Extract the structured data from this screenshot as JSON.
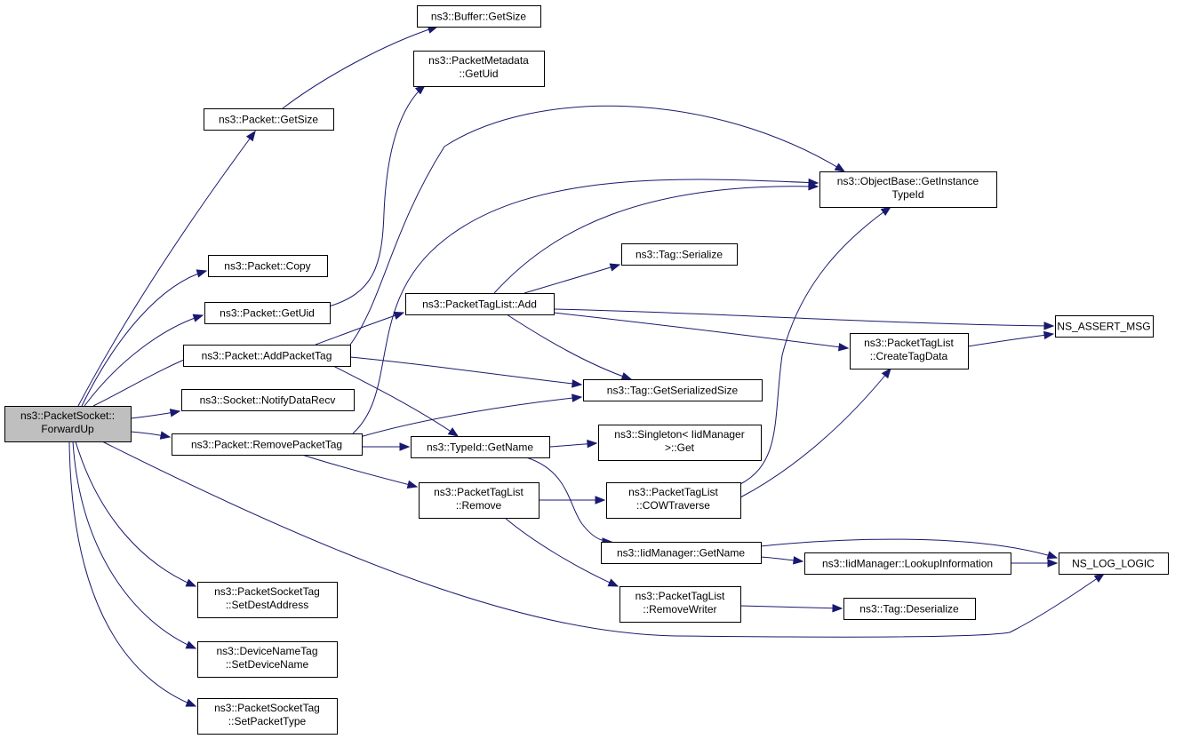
{
  "nodes": [
    {
      "id": "forwardup",
      "lines": [
        "ns3::PacketSocket::",
        "ForwardUp"
      ],
      "root": true
    },
    {
      "id": "buffer_getsize",
      "lines": [
        "ns3::Buffer::GetSize"
      ]
    },
    {
      "id": "metadata_getuid",
      "lines": [
        "ns3::PacketMetadata",
        "::GetUid"
      ]
    },
    {
      "id": "packet_getsize",
      "lines": [
        "ns3::Packet::GetSize"
      ]
    },
    {
      "id": "packet_copy",
      "lines": [
        "ns3::Packet::Copy"
      ]
    },
    {
      "id": "packet_getuid",
      "lines": [
        "ns3::Packet::GetUid"
      ]
    },
    {
      "id": "packet_addpackettag",
      "lines": [
        "ns3::Packet::AddPacketTag"
      ]
    },
    {
      "id": "socket_notifydatarecv",
      "lines": [
        "ns3::Socket::NotifyDataRecv"
      ]
    },
    {
      "id": "packet_removepackettag",
      "lines": [
        "ns3::Packet::RemovePacketTag"
      ]
    },
    {
      "id": "packetsockettag_setdestaddress",
      "lines": [
        "ns3::PacketSocketTag",
        "::SetDestAddress"
      ]
    },
    {
      "id": "devicenametag_setdevicename",
      "lines": [
        "ns3::DeviceNameTag",
        "::SetDeviceName"
      ]
    },
    {
      "id": "packetsockettag_setpackettype",
      "lines": [
        "ns3::PacketSocketTag",
        "::SetPacketType"
      ]
    },
    {
      "id": "objectbase_getinstancetypeid",
      "lines": [
        "ns3::ObjectBase::GetInstance",
        "TypeId"
      ]
    },
    {
      "id": "tag_serialize",
      "lines": [
        "ns3::Tag::Serialize"
      ]
    },
    {
      "id": "packettaglist_add",
      "lines": [
        "ns3::PacketTagList::Add"
      ]
    },
    {
      "id": "ns_assert_msg",
      "lines": [
        "NS_ASSERT_MSG"
      ]
    },
    {
      "id": "packettaglist_createtagdata",
      "lines": [
        "ns3::PacketTagList",
        "::CreateTagData"
      ]
    },
    {
      "id": "tag_getserializedsize",
      "lines": [
        "ns3::Tag::GetSerializedSize"
      ]
    },
    {
      "id": "typeid_getname",
      "lines": [
        "ns3::TypeId::GetName"
      ]
    },
    {
      "id": "singleton_get",
      "lines": [
        "ns3::Singleton< IidManager",
        ">::Get"
      ]
    },
    {
      "id": "packettaglist_remove",
      "lines": [
        "ns3::PacketTagList",
        "::Remove"
      ]
    },
    {
      "id": "packettaglist_cowtraverse",
      "lines": [
        "ns3::PacketTagList",
        "::COWTraverse"
      ]
    },
    {
      "id": "iidmanager_getname",
      "lines": [
        "ns3::IidManager::GetName"
      ]
    },
    {
      "id": "iidmanager_lookupinformation",
      "lines": [
        "ns3::IidManager::LookupInformation"
      ]
    },
    {
      "id": "ns_log_logic",
      "lines": [
        "NS_LOG_LOGIC"
      ]
    },
    {
      "id": "packettaglist_removewriter",
      "lines": [
        "ns3::PacketTagList",
        "::RemoveWriter"
      ]
    },
    {
      "id": "tag_deserialize",
      "lines": [
        "ns3::Tag::Deserialize"
      ]
    }
  ],
  "edges": [
    {
      "from": "forwardup",
      "to": "packet_getsize"
    },
    {
      "from": "forwardup",
      "to": "packet_copy"
    },
    {
      "from": "forwardup",
      "to": "packet_getuid"
    },
    {
      "from": "forwardup",
      "to": "packet_addpackettag"
    },
    {
      "from": "forwardup",
      "to": "socket_notifydatarecv"
    },
    {
      "from": "forwardup",
      "to": "packet_removepackettag"
    },
    {
      "from": "forwardup",
      "to": "packetsockettag_setdestaddress"
    },
    {
      "from": "forwardup",
      "to": "devicenametag_setdevicename"
    },
    {
      "from": "forwardup",
      "to": "packetsockettag_setpackettype"
    },
    {
      "from": "forwardup",
      "to": "ns_log_logic"
    },
    {
      "from": "packet_getsize",
      "to": "buffer_getsize"
    },
    {
      "from": "packet_getuid",
      "to": "metadata_getuid"
    },
    {
      "from": "packet_addpackettag",
      "to": "objectbase_getinstancetypeid"
    },
    {
      "from": "packet_addpackettag",
      "to": "packettaglist_add"
    },
    {
      "from": "packet_addpackettag",
      "to": "tag_getserializedsize"
    },
    {
      "from": "packet_addpackettag",
      "to": "typeid_getname"
    },
    {
      "from": "packet_removepackettag",
      "to": "objectbase_getinstancetypeid"
    },
    {
      "from": "packet_removepackettag",
      "to": "tag_getserializedsize"
    },
    {
      "from": "packet_removepackettag",
      "to": "typeid_getname"
    },
    {
      "from": "packet_removepackettag",
      "to": "packettaglist_remove"
    },
    {
      "from": "packettaglist_add",
      "to": "objectbase_getinstancetypeid"
    },
    {
      "from": "packettaglist_add",
      "to": "tag_serialize"
    },
    {
      "from": "packettaglist_add",
      "to": "ns_assert_msg"
    },
    {
      "from": "packettaglist_add",
      "to": "packettaglist_createtagdata"
    },
    {
      "from": "packettaglist_add",
      "to": "tag_getserializedsize"
    },
    {
      "from": "packettaglist_createtagdata",
      "to": "ns_assert_msg"
    },
    {
      "from": "typeid_getname",
      "to": "singleton_get"
    },
    {
      "from": "typeid_getname",
      "to": "iidmanager_getname"
    },
    {
      "from": "packettaglist_remove",
      "to": "packettaglist_cowtraverse"
    },
    {
      "from": "packettaglist_remove",
      "to": "packettaglist_removewriter"
    },
    {
      "from": "packettaglist_cowtraverse",
      "to": "objectbase_getinstancetypeid"
    },
    {
      "from": "packettaglist_cowtraverse",
      "to": "packettaglist_createtagdata"
    },
    {
      "from": "iidmanager_getname",
      "to": "iidmanager_lookupinformation"
    },
    {
      "from": "iidmanager_getname",
      "to": "ns_log_logic"
    },
    {
      "from": "iidmanager_lookupinformation",
      "to": "ns_log_logic"
    },
    {
      "from": "packettaglist_removewriter",
      "to": "tag_deserialize"
    }
  ]
}
